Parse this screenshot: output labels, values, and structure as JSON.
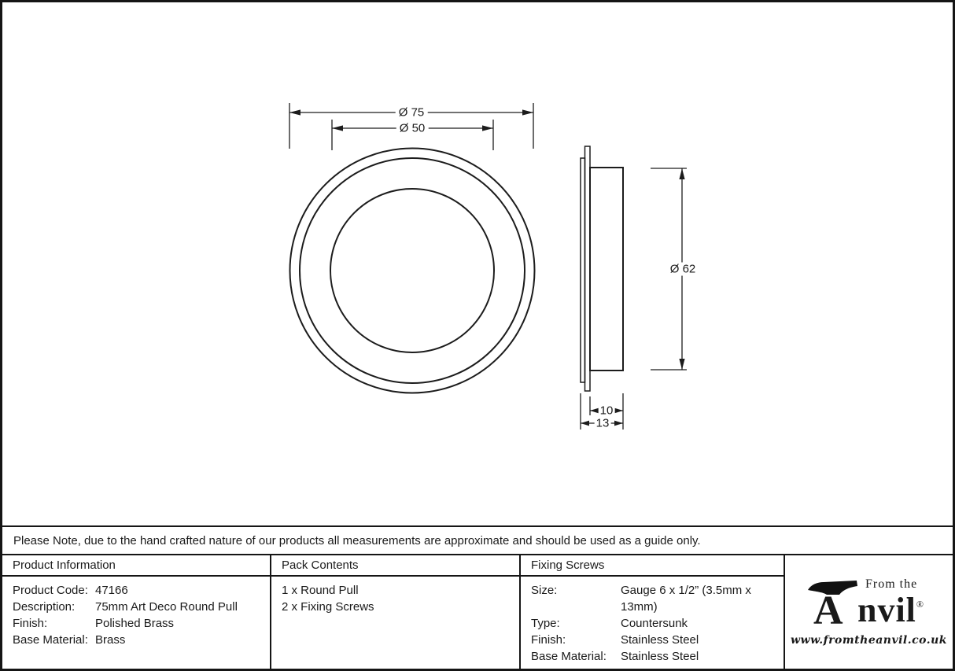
{
  "drawing": {
    "front_view": {
      "outer_dia_label": "Ø 75",
      "inner_dia_label": "Ø 50"
    },
    "side_view": {
      "dia_label": "Ø 62",
      "depth_inner_label": "10",
      "depth_total_label": "13"
    }
  },
  "note": "Please Note, due to the hand crafted nature of our products all measurements are approximate and should be used as a guide only.",
  "table": {
    "product_info": {
      "header": "Product Information",
      "rows": [
        {
          "label": "Product Code:",
          "value": "47166"
        },
        {
          "label": "Description:",
          "value": "75mm Art Deco Round Pull"
        },
        {
          "label": "Finish:",
          "value": "Polished Brass"
        },
        {
          "label": "Base Material:",
          "value": "Brass"
        }
      ]
    },
    "pack_contents": {
      "header": "Pack Contents",
      "items": [
        "1 x Round Pull",
        "2 x Fixing Screws"
      ]
    },
    "fixing_screws": {
      "header": "Fixing Screws",
      "rows": [
        {
          "label": "Size:",
          "value": "Gauge 6 x 1/2” (3.5mm x 13mm)"
        },
        {
          "label": "Type:",
          "value": "Countersunk"
        },
        {
          "label": "Finish:",
          "value": "Stainless Steel"
        },
        {
          "label": "Base Material:",
          "value": "Stainless Steel"
        }
      ]
    }
  },
  "logo": {
    "brand_letter": "A",
    "brand_rest": "nvil",
    "registered": "®",
    "from_the": "From the",
    "url": "www.fromtheanvil.co.uk"
  }
}
